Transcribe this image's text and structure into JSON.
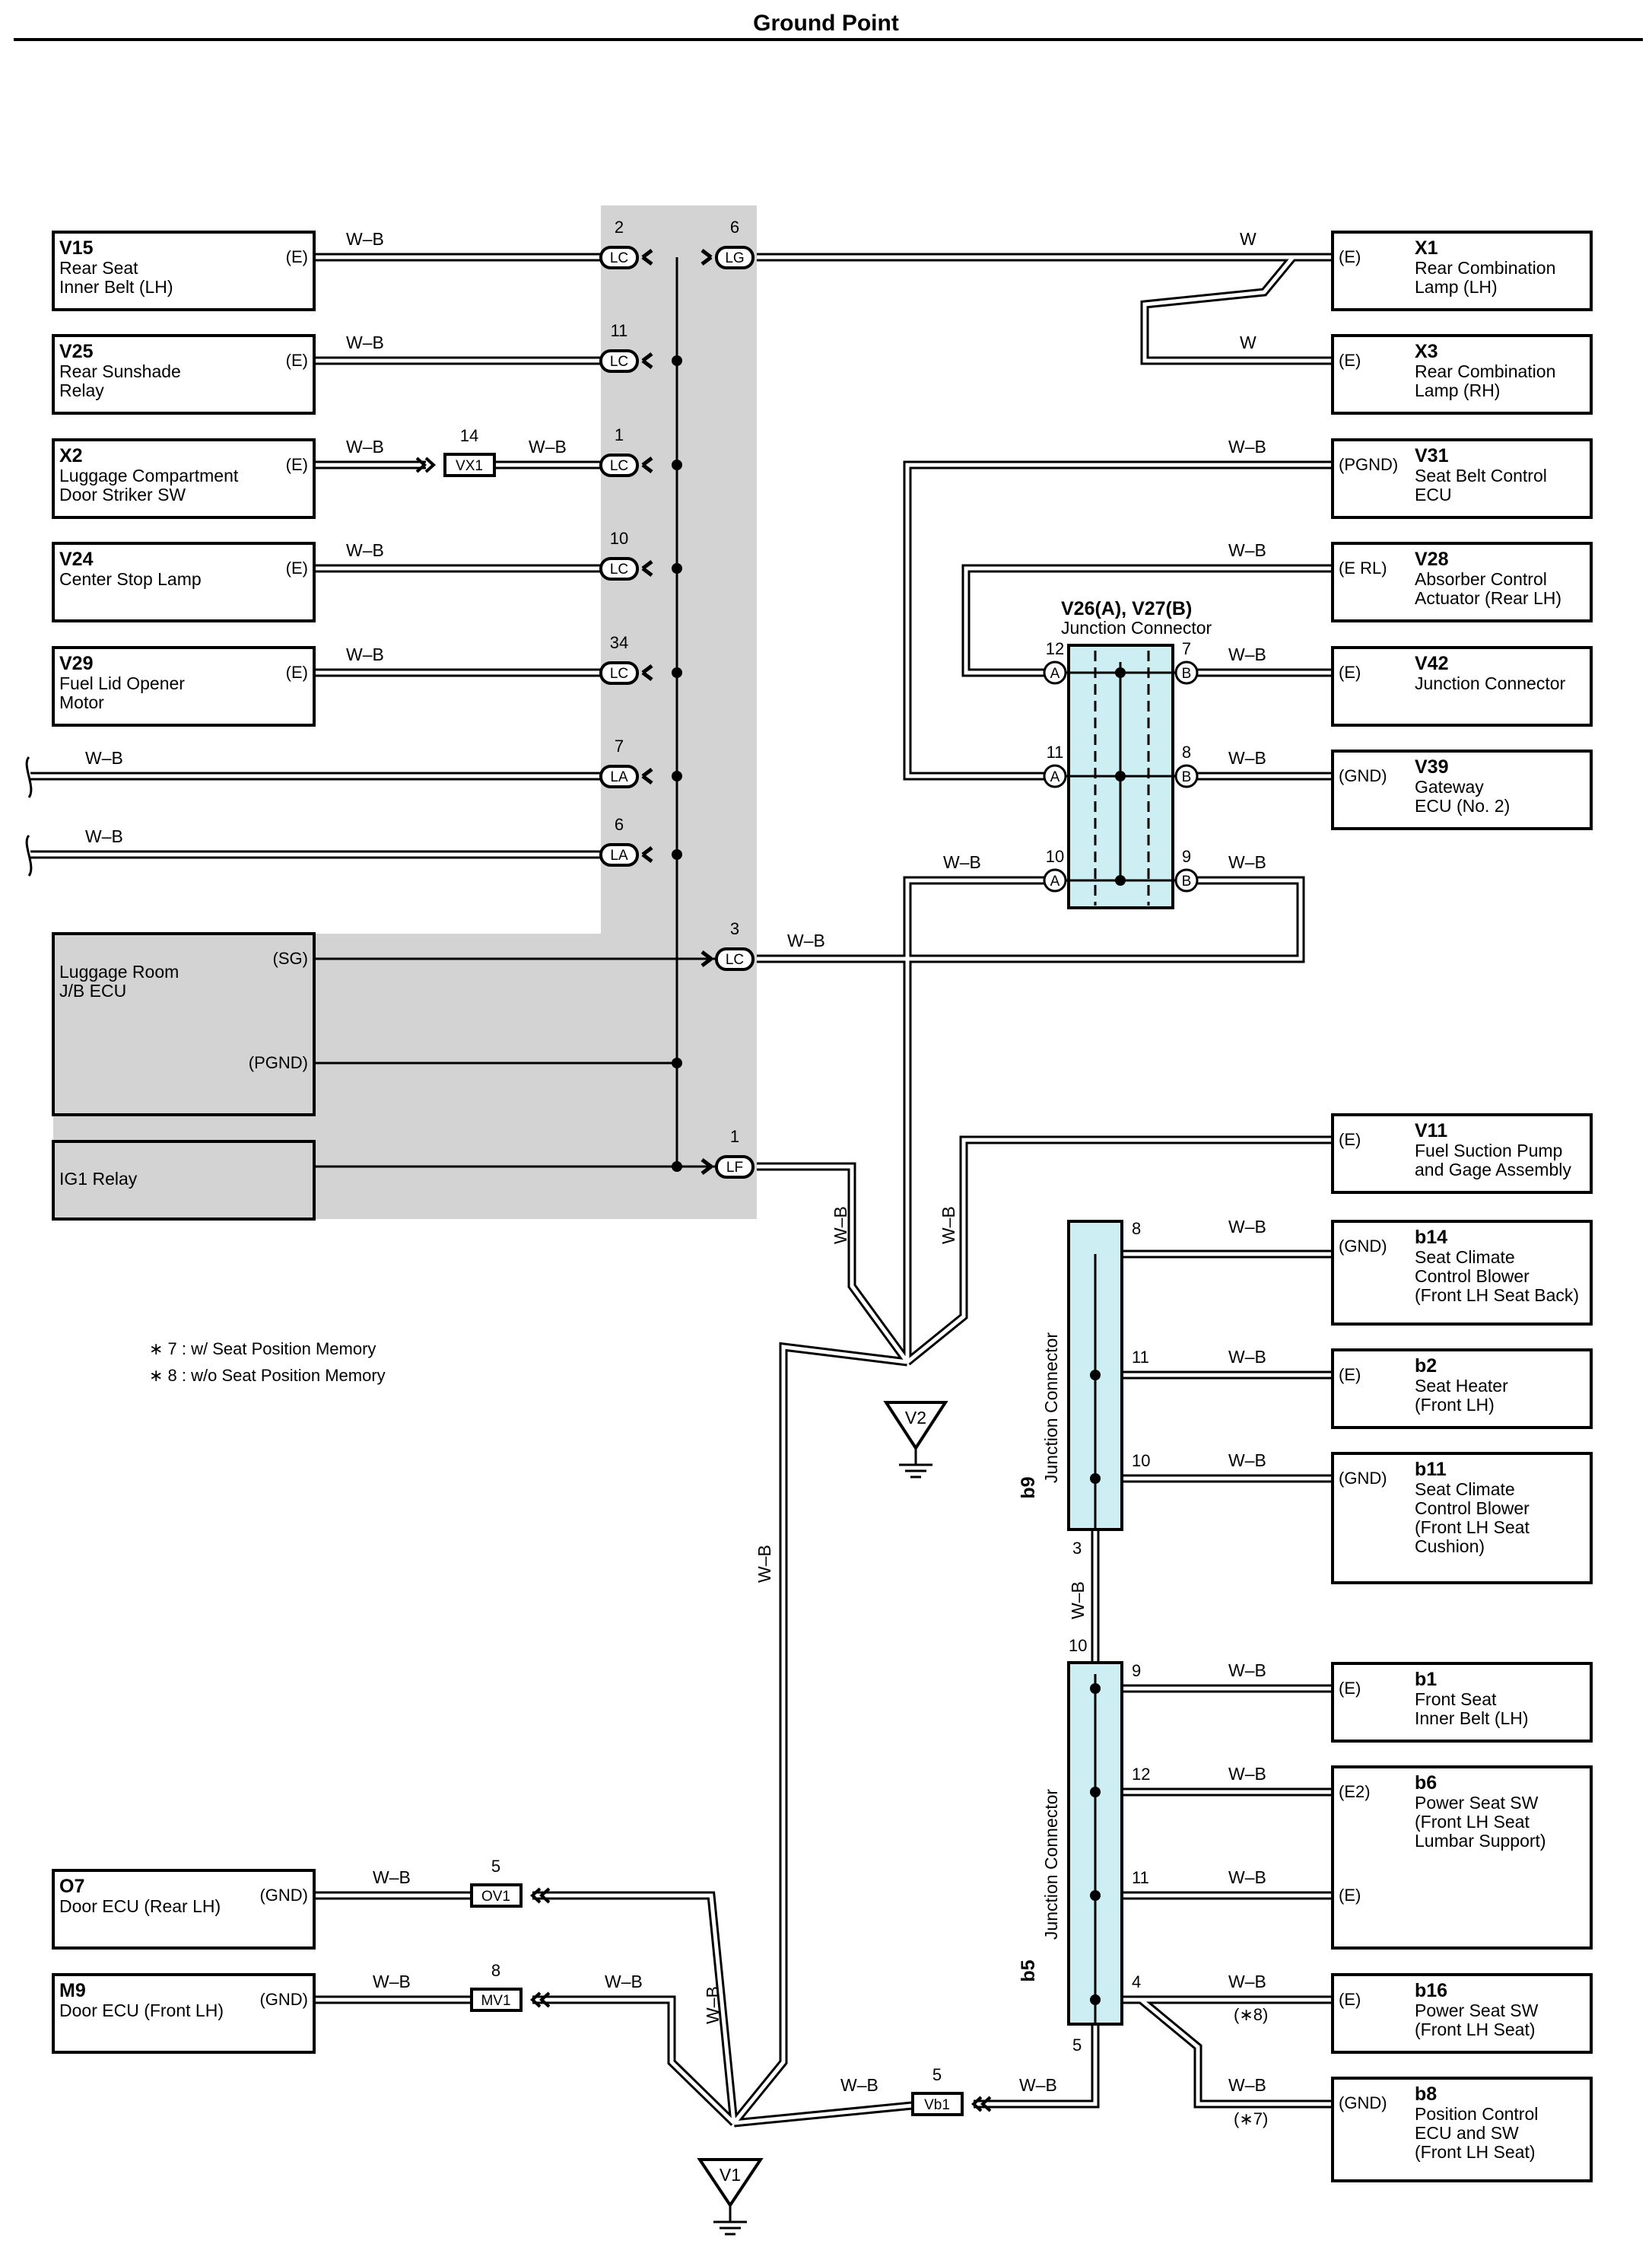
{
  "title": "Ground Point",
  "wire_colors": {
    "wb": "W–B",
    "w": "W"
  },
  "colors": {
    "jb_shade": "#d3d3d3",
    "junction_fill": "#cdeef2",
    "wire": "#000000"
  },
  "notes": [
    "∗ 7 : w/ Seat Position Memory",
    "∗ 8 : w/o Seat Position Memory"
  ],
  "left_components": [
    {
      "id": "V15",
      "name": [
        "Rear Seat",
        "Inner Belt (LH)"
      ],
      "terminal": "(E)"
    },
    {
      "id": "V25",
      "name": [
        "Rear Sunshade",
        "Relay"
      ],
      "terminal": "(E)"
    },
    {
      "id": "X2",
      "name": [
        "Luggage Compartment",
        "Door Striker SW"
      ],
      "terminal": "(E)"
    },
    {
      "id": "V24",
      "name": [
        "Center Stop Lamp"
      ],
      "terminal": "(E)"
    },
    {
      "id": "V29",
      "name": [
        "Fuel Lid Opener",
        "Motor"
      ],
      "terminal": "(E)"
    },
    {
      "id": "O7",
      "name": [
        "Door ECU (Rear LH)"
      ],
      "terminal": "(GND)"
    },
    {
      "id": "M9",
      "name": [
        "Door ECU (Front LH)"
      ],
      "terminal": "(GND)"
    }
  ],
  "jb_ecu": {
    "name": [
      "Luggage Room",
      "J/B ECU"
    ],
    "terminals": [
      "(SG)",
      "(PGND)"
    ]
  },
  "ig1_relay": "IG1 Relay",
  "lc_connectors": [
    {
      "pin": "2",
      "label": "LC"
    },
    {
      "pin": "11",
      "label": "LC"
    },
    {
      "pin": "1",
      "label": "LC"
    },
    {
      "pin": "10",
      "label": "LC"
    },
    {
      "pin": "34",
      "label": "LC"
    },
    {
      "pin": "7",
      "label": "LA"
    },
    {
      "pin": "6",
      "label": "LA"
    },
    {
      "pin": "3",
      "label": "LC"
    },
    {
      "pin": "1",
      "label": "LF"
    },
    {
      "pin": "6",
      "label": "LG"
    }
  ],
  "inline_connectors": [
    {
      "pin": "14",
      "label": "VX1"
    },
    {
      "pin": "5",
      "label": "OV1"
    },
    {
      "pin": "8",
      "label": "MV1"
    },
    {
      "pin": "5",
      "label": "Vb1"
    }
  ],
  "right_components": [
    {
      "id": "X1",
      "name": [
        "Rear Combination",
        "Lamp (LH)"
      ],
      "terminal": "(E)"
    },
    {
      "id": "X3",
      "name": [
        "Rear Combination",
        "Lamp (RH)"
      ],
      "terminal": "(E)"
    },
    {
      "id": "V31",
      "name": [
        "Seat Belt Control",
        "ECU"
      ],
      "terminal": "(PGND)"
    },
    {
      "id": "V28",
      "name": [
        "Absorber Control",
        "Actuator (Rear LH)"
      ],
      "terminal": "(E RL)"
    },
    {
      "id": "V42",
      "name": [
        "Junction Connector"
      ],
      "terminal": "(E)"
    },
    {
      "id": "V39",
      "name": [
        "Gateway",
        "ECU (No. 2)"
      ],
      "terminal": "(GND)"
    },
    {
      "id": "V11",
      "name": [
        "Fuel Suction Pump",
        "and Gage Assembly"
      ],
      "terminal": "(E)"
    },
    {
      "id": "b14",
      "name": [
        "Seat Climate",
        "Control Blower",
        "(Front LH Seat Back)"
      ],
      "terminal": "(GND)"
    },
    {
      "id": "b2",
      "name": [
        "Seat Heater",
        "(Front LH)"
      ],
      "terminal": "(E)"
    },
    {
      "id": "b11",
      "name": [
        "Seat Climate",
        "Control Blower",
        "(Front LH Seat",
        " Cushion)"
      ],
      "terminal": "(GND)"
    },
    {
      "id": "b1",
      "name": [
        "Front Seat",
        "Inner Belt (LH)"
      ],
      "terminal": "(E)"
    },
    {
      "id": "b6",
      "name": [
        "Power Seat SW",
        "(Front LH Seat",
        " Lumbar Support)"
      ],
      "terminals": [
        "(E2)",
        "(E)"
      ]
    },
    {
      "id": "b16",
      "name": [
        "Power Seat SW",
        "(Front LH Seat)"
      ],
      "terminal": "(E)"
    },
    {
      "id": "b8",
      "name": [
        "Position Control",
        "ECU and SW",
        "(Front LH Seat)"
      ],
      "terminal": "(GND)"
    }
  ],
  "junction_v26": {
    "title": "V26(A), V27(B)",
    "subtitle": "Junction Connector",
    "pins_a": [
      "12",
      "11",
      "10"
    ],
    "pins_b": [
      "7",
      "8",
      "9"
    ],
    "label_a": "A",
    "label_b": "B"
  },
  "junction_b9": {
    "id": "b9",
    "label": "Junction Connector",
    "pins": [
      "8",
      "11",
      "10",
      "3"
    ]
  },
  "junction_b5": {
    "id": "b5",
    "label": "Junction Connector",
    "pins": [
      "10",
      "9",
      "12",
      "11",
      "4",
      "5"
    ]
  },
  "footnote_marks": [
    "(∗8)",
    "(∗7)"
  ],
  "grounds": [
    "V2",
    "V1"
  ]
}
